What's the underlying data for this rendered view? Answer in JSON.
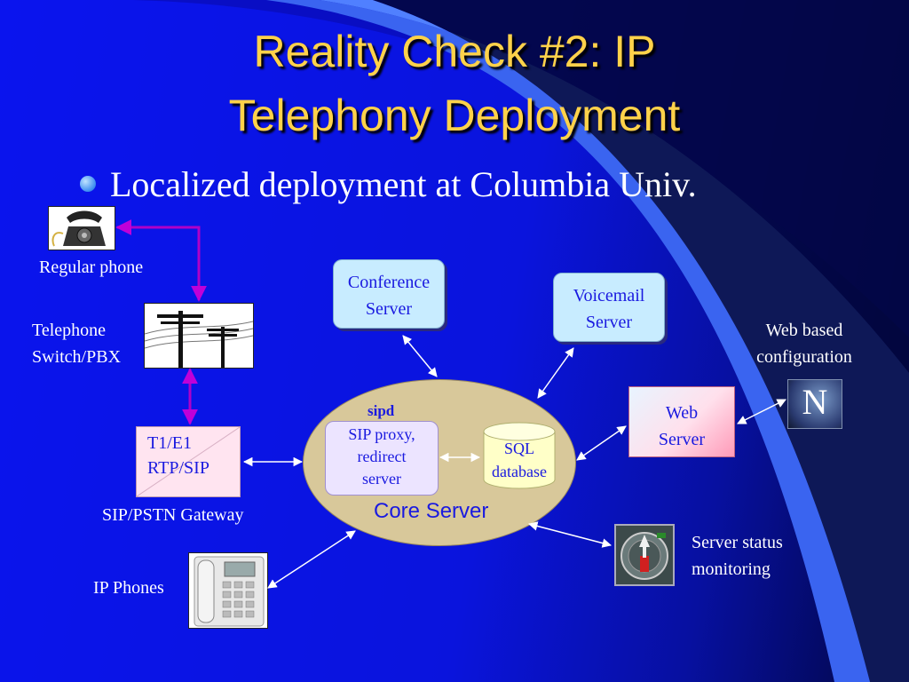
{
  "slide": {
    "title_line1": "Reality Check #2: IP",
    "title_line2": "Telephony Deployment",
    "bullet": "Localized deployment at Columbia Univ."
  },
  "diagram": {
    "regular_phone": "Regular phone",
    "telephone_switch_line1": "Telephone",
    "telephone_switch_line2": "Switch/PBX",
    "gateway_box_line1": "T1/E1",
    "gateway_box_line2": "RTP/SIP",
    "gateway_label": "SIP/PSTN Gateway",
    "ip_phones": "IP Phones",
    "conference_line1": "Conference",
    "conference_line2": "Server",
    "voicemail_line1": "Voicemail",
    "voicemail_line2": "Server",
    "sipd": "sipd",
    "sip_proxy_line1": "SIP proxy,",
    "sip_proxy_line2": "redirect",
    "sip_proxy_line3": "server",
    "sql_line1": "SQL",
    "sql_line2": "database",
    "core_server": "Core Server",
    "web_server_line1": "Web",
    "web_server_line2": "Server",
    "web_config_line1": "Web based",
    "web_config_line2": "configuration",
    "monitor_line1": "Server status",
    "monitor_line2": "monitoring",
    "netscape_letter": "N"
  },
  "colors": {
    "title": "#ffd24a",
    "background": "#0a14ee",
    "box_text": "#1a1ae0",
    "purple_link": "#b000c8"
  },
  "icons": [
    "telephone-icon",
    "telephone-poles-icon",
    "ip-phone-icon",
    "netscape-icon",
    "monitor-gauge-icon"
  ]
}
